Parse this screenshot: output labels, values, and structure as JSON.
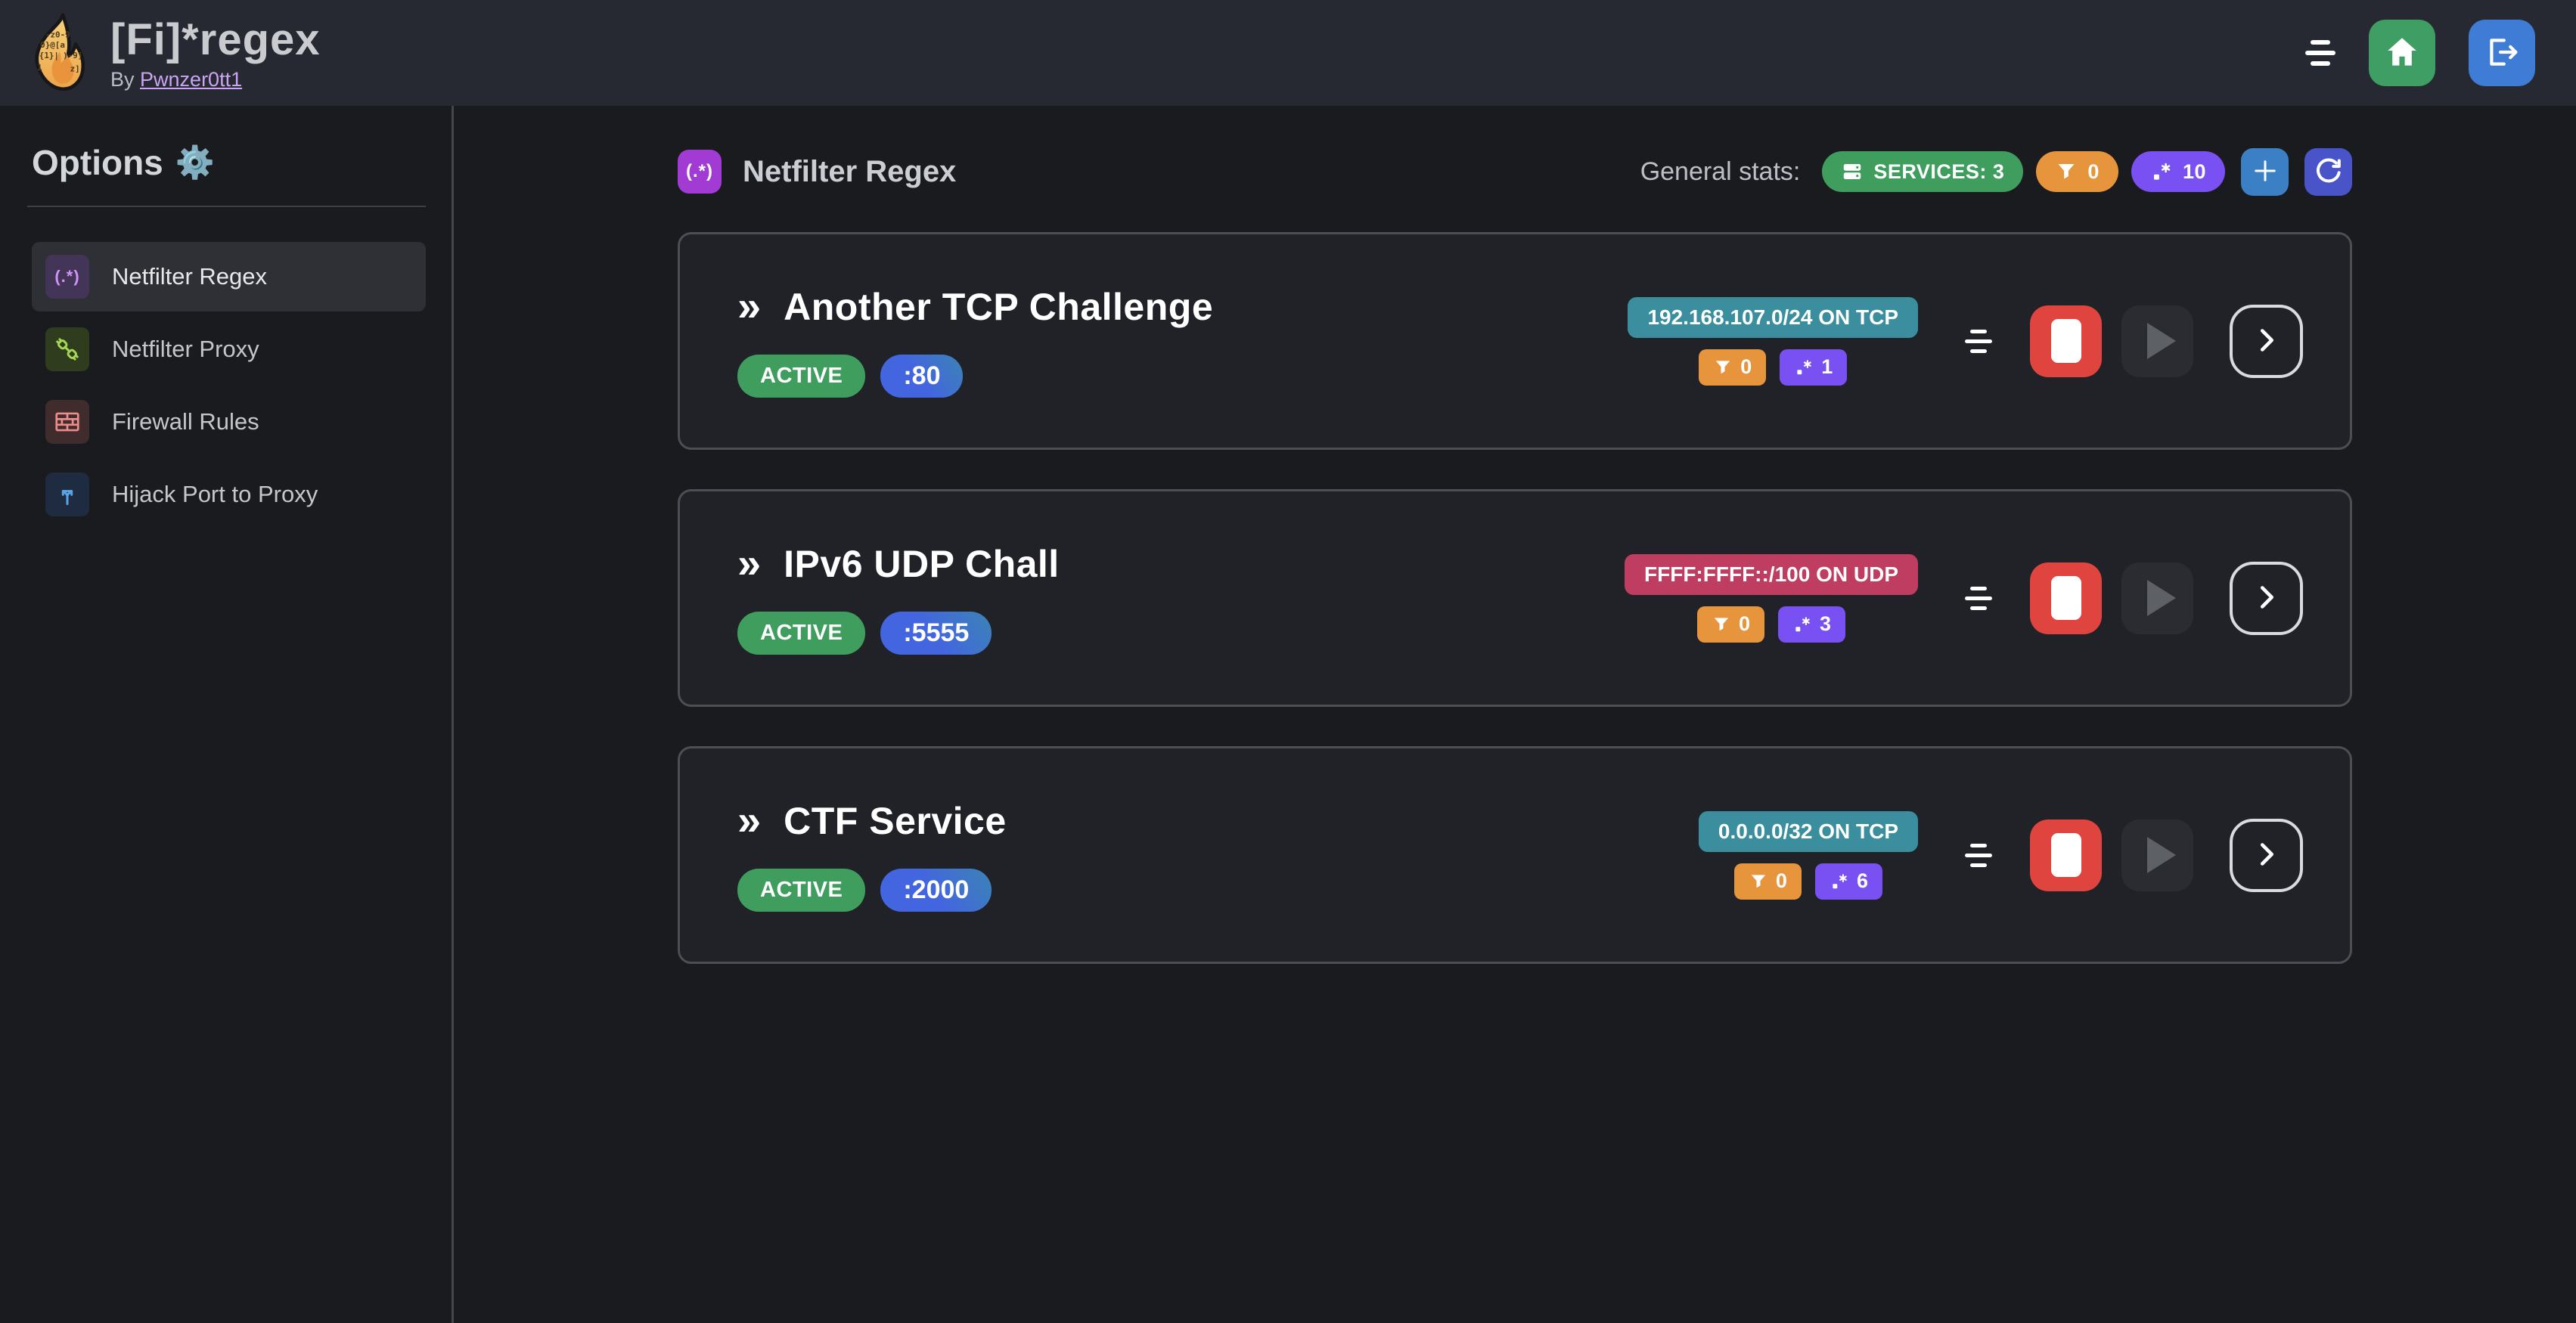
{
  "colors": {
    "green": "#3f9e5d",
    "orange": "#e6953d",
    "violet": "#7950f2",
    "teal": "#3a8e9d",
    "pink": "#c03d62",
    "red": "#e0443e",
    "add_blue": "#3b80c4",
    "refresh_indigo": "#4a54c9",
    "home_green": "#3f9e63",
    "logout_blue": "#3e7cd6",
    "grape": "#a13bd3"
  },
  "navbar": {
    "title": "[Fi]*regex",
    "byline_prefix": "By",
    "author": "Pwnzer0tt1"
  },
  "sidebar": {
    "heading": "Options",
    "heading_emoji": "⚙️",
    "items": [
      {
        "label": "Netfilter Regex",
        "glyph": "(.*)",
        "icon_bg": "#433558",
        "icon_color": "#cf94f5"
      },
      {
        "label": "Netfilter Proxy",
        "icon_bg": "#303c1e",
        "icon_color": "#a6d856"
      },
      {
        "label": "Firewall Rules",
        "icon_bg": "#402c2d",
        "icon_color": "#ec8d8b"
      },
      {
        "label": "Hijack Port to Proxy",
        "icon_bg": "#1e2b40",
        "icon_color": "#57a4e6"
      }
    ]
  },
  "main": {
    "header": {
      "icon_glyph": "(.*)",
      "title": "Netfilter Regex"
    },
    "stats": {
      "label": "General stats:",
      "services": "SERVICES: 3",
      "filters": "0",
      "regexes": "10"
    },
    "service_marker": "»",
    "services": [
      {
        "name": "Another TCP Challenge",
        "status": "ACTIVE",
        "port": ":80",
        "cidr": "192.168.107.0/24 ON TCP",
        "cidr_bg": "#3a8e9d",
        "filters": "0",
        "regexes": "1"
      },
      {
        "name": "IPv6 UDP Chall",
        "status": "ACTIVE",
        "port": ":5555",
        "cidr": "FFFF:FFFF::/100 ON UDP",
        "cidr_bg": "#c03d62",
        "filters": "0",
        "regexes": "3"
      },
      {
        "name": "CTF Service",
        "status": "ACTIVE",
        "port": ":2000",
        "cidr": "0.0.0.0/32 ON TCP",
        "cidr_bg": "#3a8e9d",
        "filters": "0",
        "regexes": "6"
      }
    ]
  }
}
